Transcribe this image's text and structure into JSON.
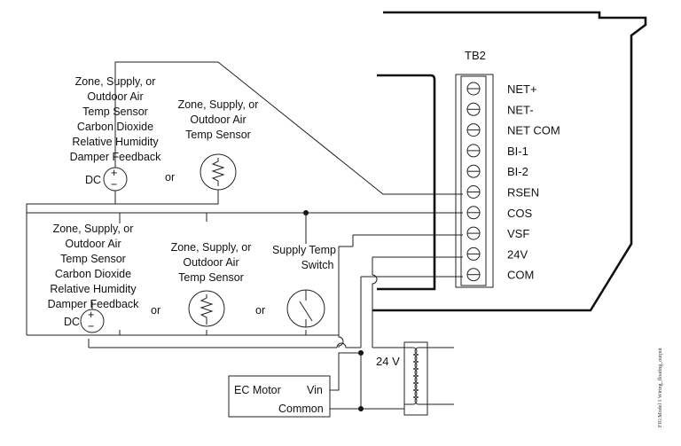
{
  "terminal_block": {
    "label": "TB2",
    "terminals": [
      "NET+",
      "NET-",
      "NET COM",
      "BI-1",
      "BI-2",
      "RSEN",
      "COS",
      "VSF",
      "24V",
      "COM"
    ]
  },
  "upper_sensor_dc": {
    "lines": [
      "Zone, Supply, or",
      "Outdoor Air",
      "Temp Sensor",
      "Carbon Dioxide",
      "Relative Humidity",
      "Damper Feedback"
    ],
    "dc_label": "DC",
    "plus": "+",
    "minus": "−"
  },
  "upper_or": "or",
  "upper_thermistor": {
    "lines": [
      "Zone, Supply, or",
      "Outdoor Air",
      "Temp Sensor"
    ]
  },
  "lower_sensor_dc": {
    "lines": [
      "Zone, Supply, or",
      "Outdoor Air",
      "Temp Sensor",
      "Carbon Dioxide",
      "Relative Humidity",
      "Damper Feedback"
    ],
    "dc_label": "DC",
    "plus": "+",
    "minus": "−"
  },
  "lower_or_1": "or",
  "lower_thermistor": {
    "lines": [
      "Zone, Supply, or",
      "Outdoor Air",
      "Temp Sensor"
    ]
  },
  "lower_or_2": "or",
  "supply_switch": {
    "lines": [
      "Supply Temp",
      "Switch"
    ]
  },
  "ec_motor": {
    "name": "EC Motor",
    "vin": "Vin",
    "common": "Common"
  },
  "transformer": {
    "label": "24 V"
  },
  "figure_id": "FIG:Model 1 Wiring_floating_output"
}
